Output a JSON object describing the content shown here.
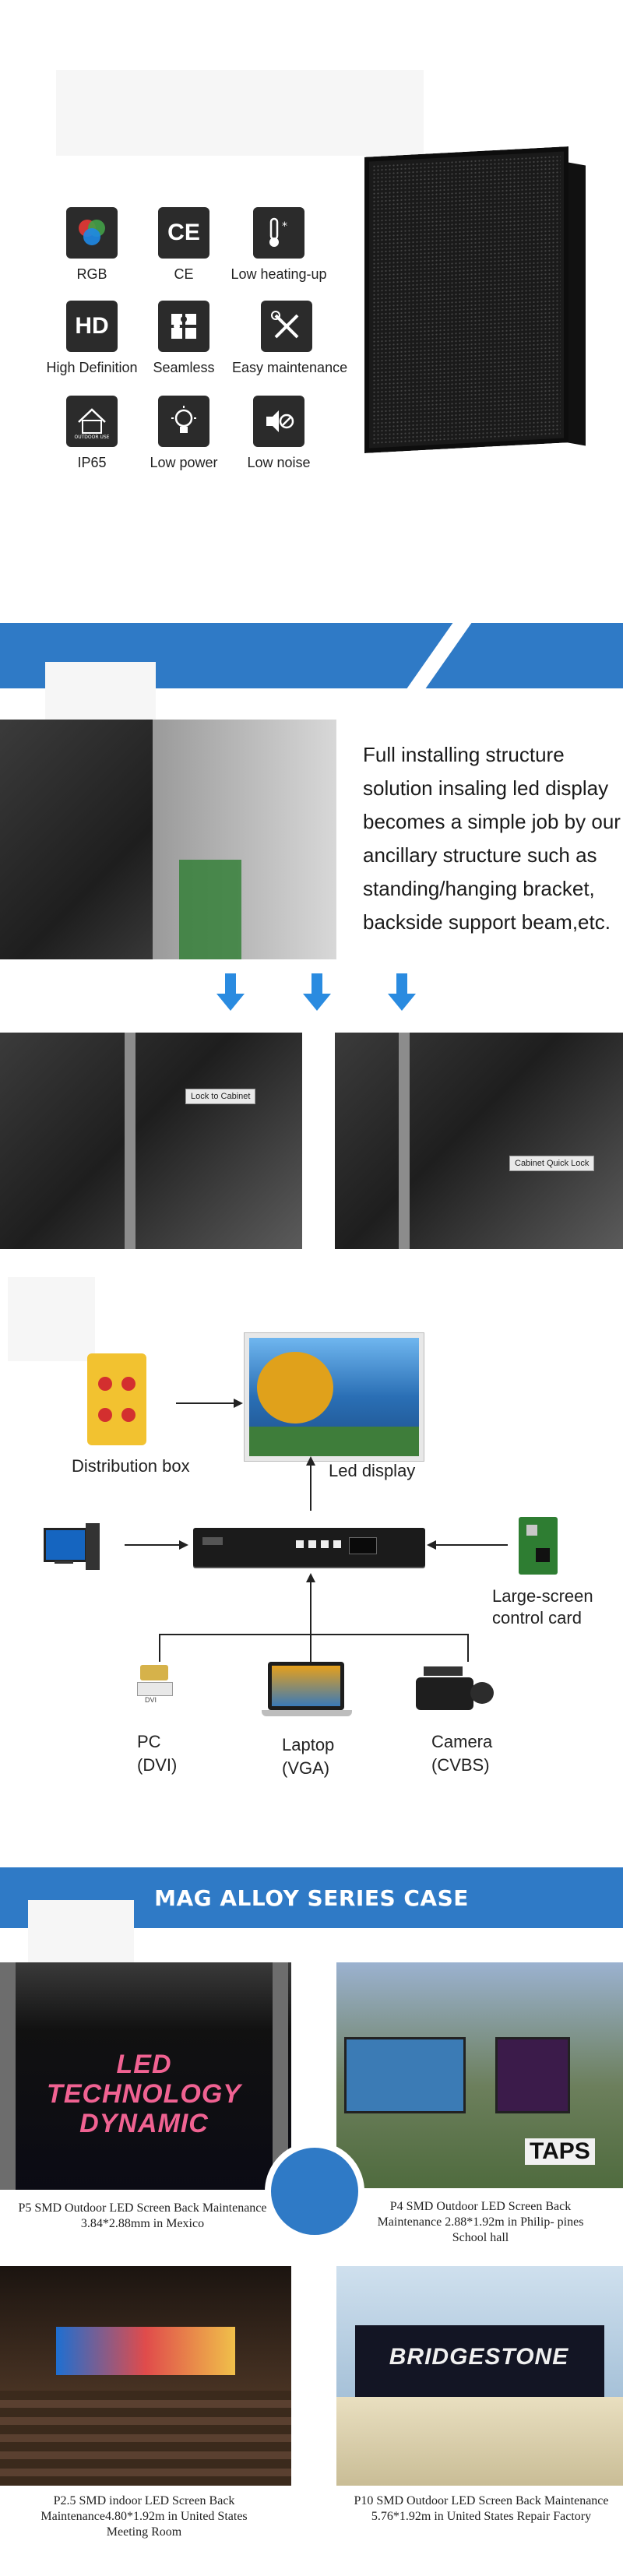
{
  "features": [
    {
      "label": "RGB",
      "icon": "rgb-icon"
    },
    {
      "label": "CE",
      "icon": "ce-icon"
    },
    {
      "label": "Low heating-up",
      "icon": "thermometer-icon"
    },
    {
      "label": "High Definition",
      "icon": "hd-icon"
    },
    {
      "label": "Seamless",
      "icon": "puzzle-icon"
    },
    {
      "label": "Easy maintenance",
      "icon": "tools-icon"
    },
    {
      "label": "IP65",
      "icon": "house-icon"
    },
    {
      "label": "Low power",
      "icon": "bulb-icon"
    },
    {
      "label": "Low noise",
      "icon": "mute-icon"
    }
  ],
  "feature_icon_text": {
    "ce": "CE",
    "hd": "HD",
    "outdoor": "OUTDOOR USE"
  },
  "installation": {
    "description": "Full installing structure solution insaling led display becomes a simple job by our ancillary structure such as standing/hanging bracket, backside support beam,etc.",
    "callout_left": "Lock to Cabinet",
    "callout_right": "Cabinet Quick Lock"
  },
  "diagram": {
    "distribution_box": "Distribution box",
    "led_display": "Led display",
    "control_card": "Large-screen control card",
    "pc": "PC",
    "pc_sub": "(DVI)",
    "dvi_tag": "DVI",
    "laptop": "Laptop",
    "laptop_sub": "(VGA)",
    "camera": "Camera",
    "camera_sub": "(CVBS)"
  },
  "cases": {
    "title": "MAG ALLOY SERIES CASE",
    "items": [
      {
        "caption": "P5 SMD Outdoor LED Screen Back Maintenance 3.84*2.88mm in Mexico",
        "screen_text": "LED TECHNOLOGY DYNAMIC"
      },
      {
        "caption": "P4 SMD Outdoor LED Screen Back Maintenance 2.88*1.92m in Philip- pines School hall",
        "screen_text": "TAPS"
      },
      {
        "caption": "P2.5 SMD indoor LED Screen Back Maintenance4.80*1.92m in United States Meeting Room",
        "screen_text": ""
      },
      {
        "caption": "P10 SMD Outdoor  LED Screen Back Maintenance 5.76*1.92m in United States Repair Factory",
        "screen_text": "BRIDGESTONE"
      }
    ]
  },
  "colors": {
    "accent": "#2f7ac6",
    "arrow": "#2a8be0"
  }
}
